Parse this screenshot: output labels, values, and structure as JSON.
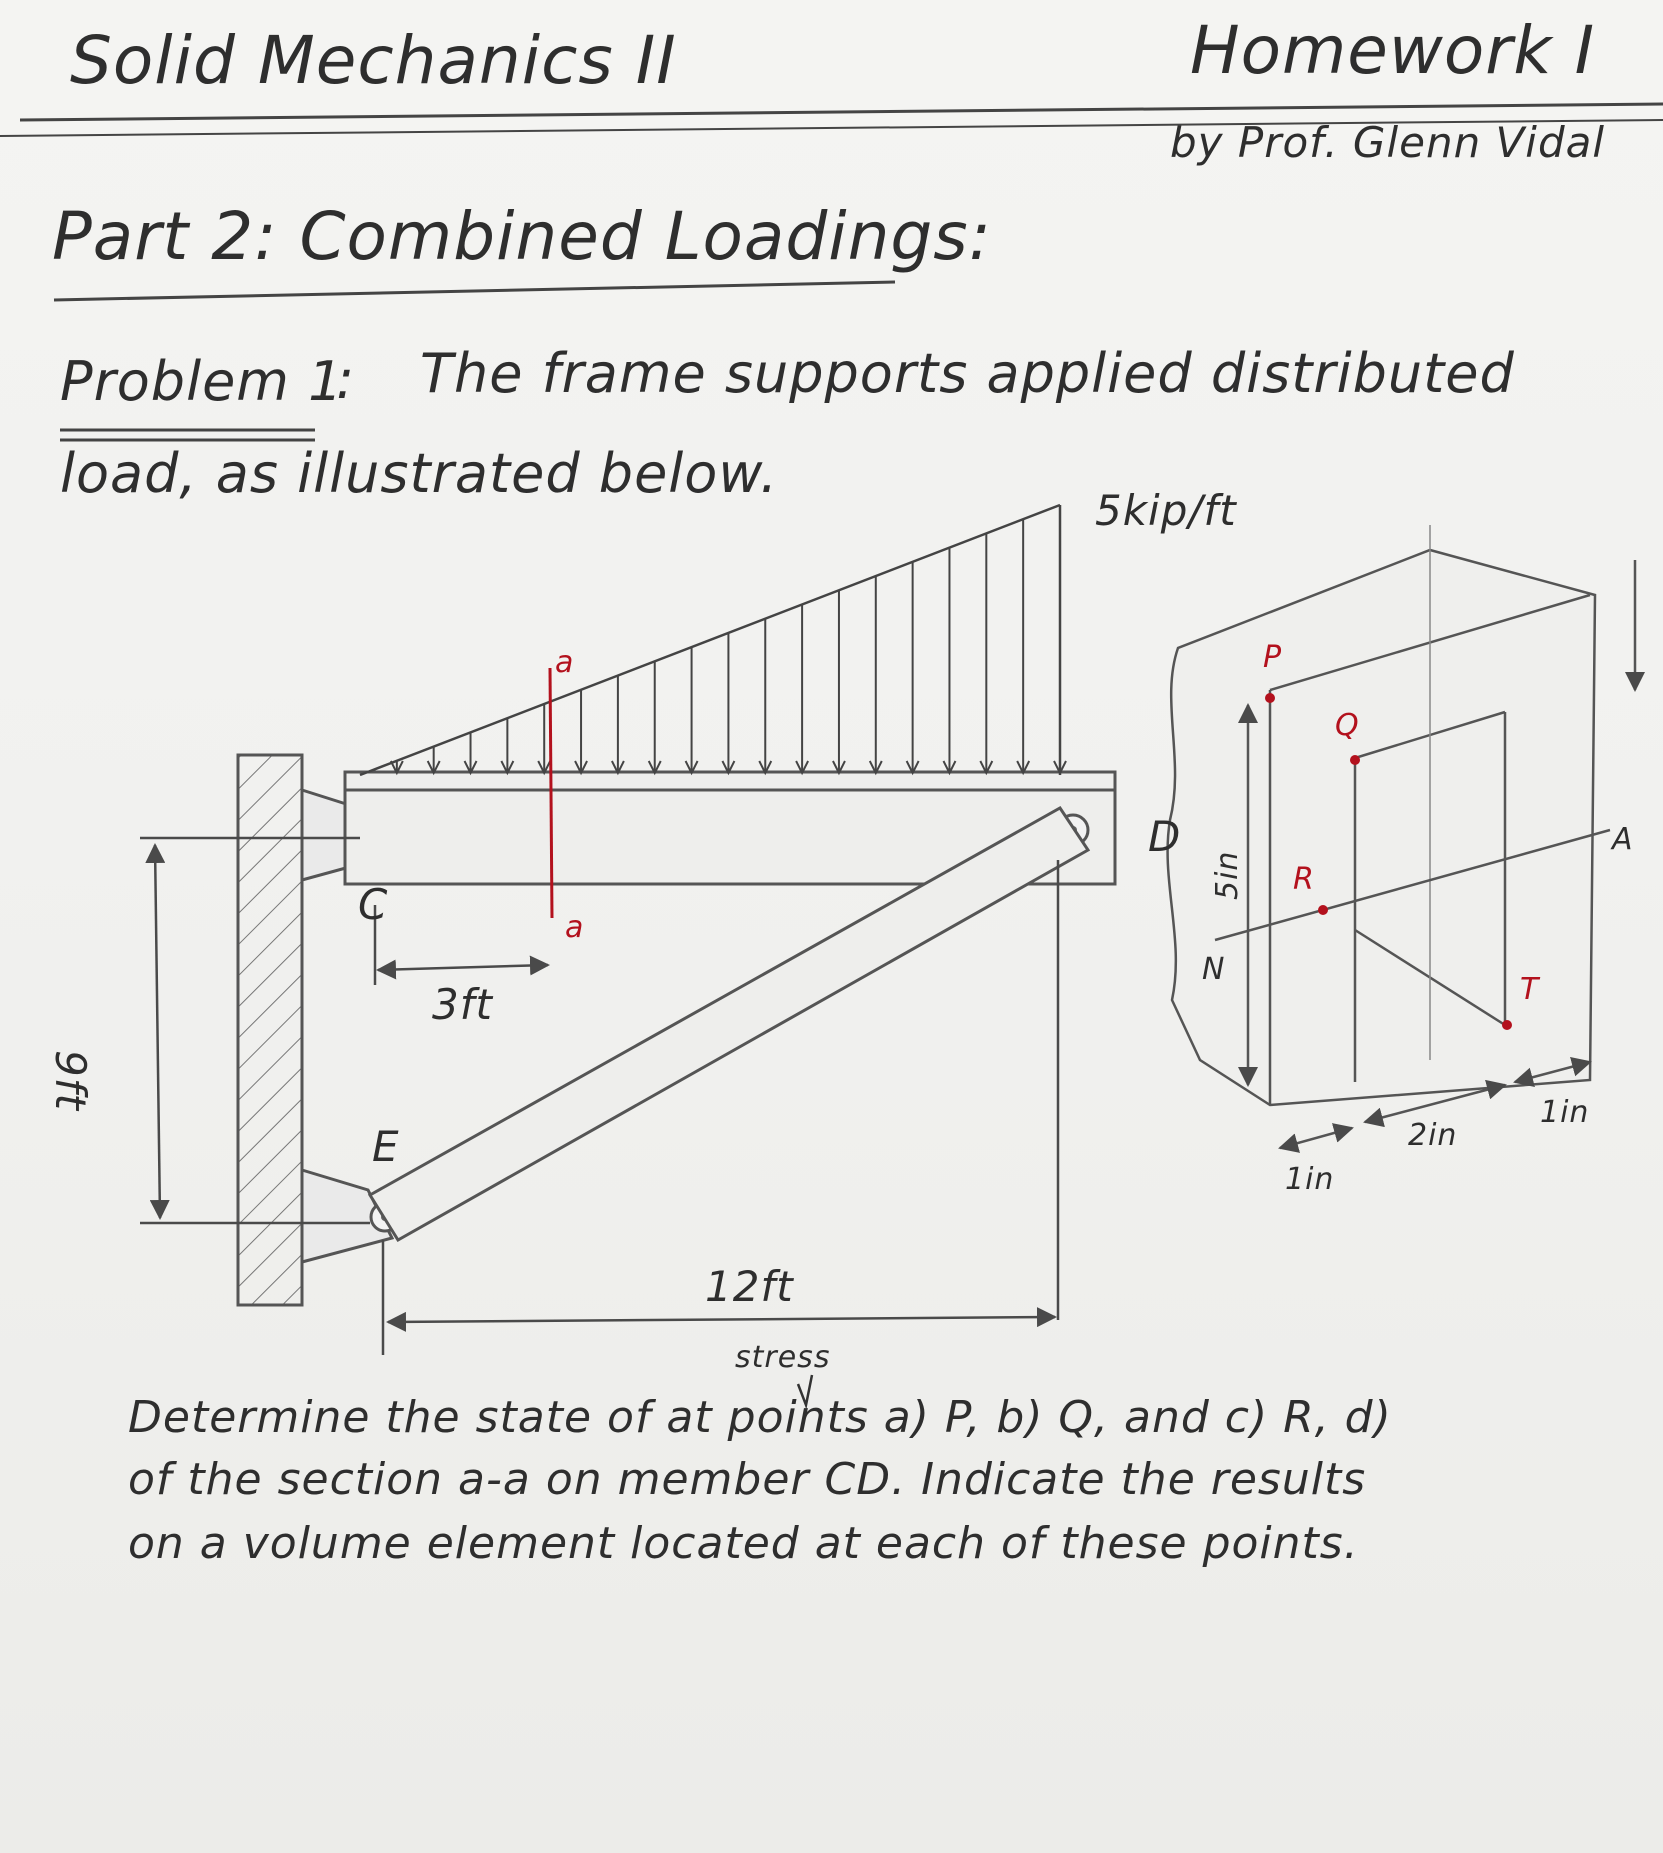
{
  "header": {
    "course": "Solid Mechanics II",
    "homework": "Homework I",
    "author": "by Prof. Glenn Vidal"
  },
  "section": {
    "title": "Part 2: Combined Loadings:"
  },
  "problem": {
    "label": "Problem 1",
    "colon": ":",
    "line1": "The frame supports applied distributed",
    "line2": "load, as illustrated below."
  },
  "figure": {
    "load_label": "5kip/ft",
    "section_top": "a",
    "section_bottom": "a",
    "joint_c": "C",
    "joint_e": "E",
    "joint_d": "D",
    "dim_3ft": "3ft",
    "dim_9ft": "9ft",
    "dim_12ft": "12ft"
  },
  "detail": {
    "point_p": "P",
    "point_q": "Q",
    "point_r": "R",
    "point_t": "T",
    "axis_n": "N",
    "axis_a": "A",
    "dim_5in": "5in",
    "dim_1in_left": "1in",
    "dim_2in": "2in",
    "dim_1in_right": "1in"
  },
  "question": {
    "insert": "stress",
    "line1": "Determine the state of at points a) P, b) Q, and c) R, d)",
    "line2": "of the section a-a on member CD. Indicate the results",
    "line3": "on a volume element located at each of these points."
  },
  "colors": {
    "ink": "#2e2e2e",
    "pencil": "#555555",
    "accent_red": "#b3111d"
  }
}
